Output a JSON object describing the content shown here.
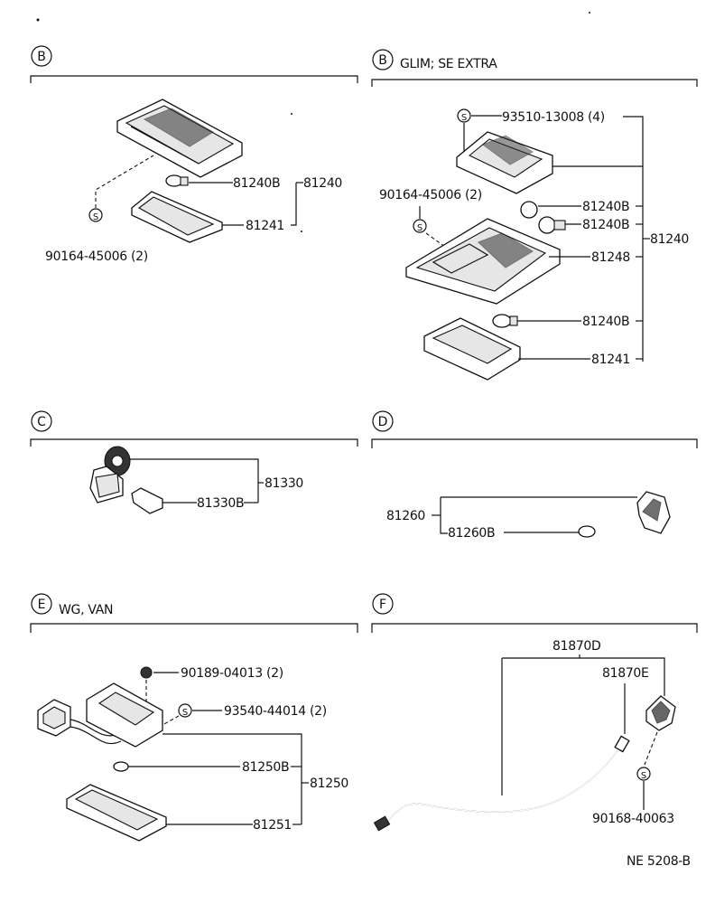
{
  "sections": {
    "b1": {
      "letter": "B",
      "title": ""
    },
    "b2": {
      "letter": "B",
      "title": "GLIM; SE EXTRA"
    },
    "c": {
      "letter": "C",
      "title": ""
    },
    "d": {
      "letter": "D",
      "title": ""
    },
    "e": {
      "letter": "E",
      "title": "WG, VAN"
    },
    "f": {
      "letter": "F",
      "title": ""
    }
  },
  "labels": {
    "b1_81240b": "81240B",
    "b1_81240": "81240",
    "b1_81241": "81241",
    "b1_90164": "90164-45006 (2)",
    "b2_93510": "93510-13008 (4)",
    "b2_90164": "90164-45006 (2)",
    "b2_81240b_a": "81240B",
    "b2_81240b_b": "81240B",
    "b2_81248": "81248",
    "b2_81240": "81240",
    "b2_81240b_c": "81240B",
    "b2_81241": "81241",
    "c_81330": "81330",
    "c_81330b": "81330B",
    "d_81260": "81260",
    "d_81260b": "81260B",
    "e_90189": "90189-04013 (2)",
    "e_93540": "93540-44014 (2)",
    "e_81250b": "81250B",
    "e_81250": "81250",
    "e_81251": "81251",
    "f_81870d": "81870D",
    "f_81870e": "81870E",
    "f_90168": "90168-40063"
  },
  "s_marker": "S",
  "footer_code": "NE 5208-B"
}
